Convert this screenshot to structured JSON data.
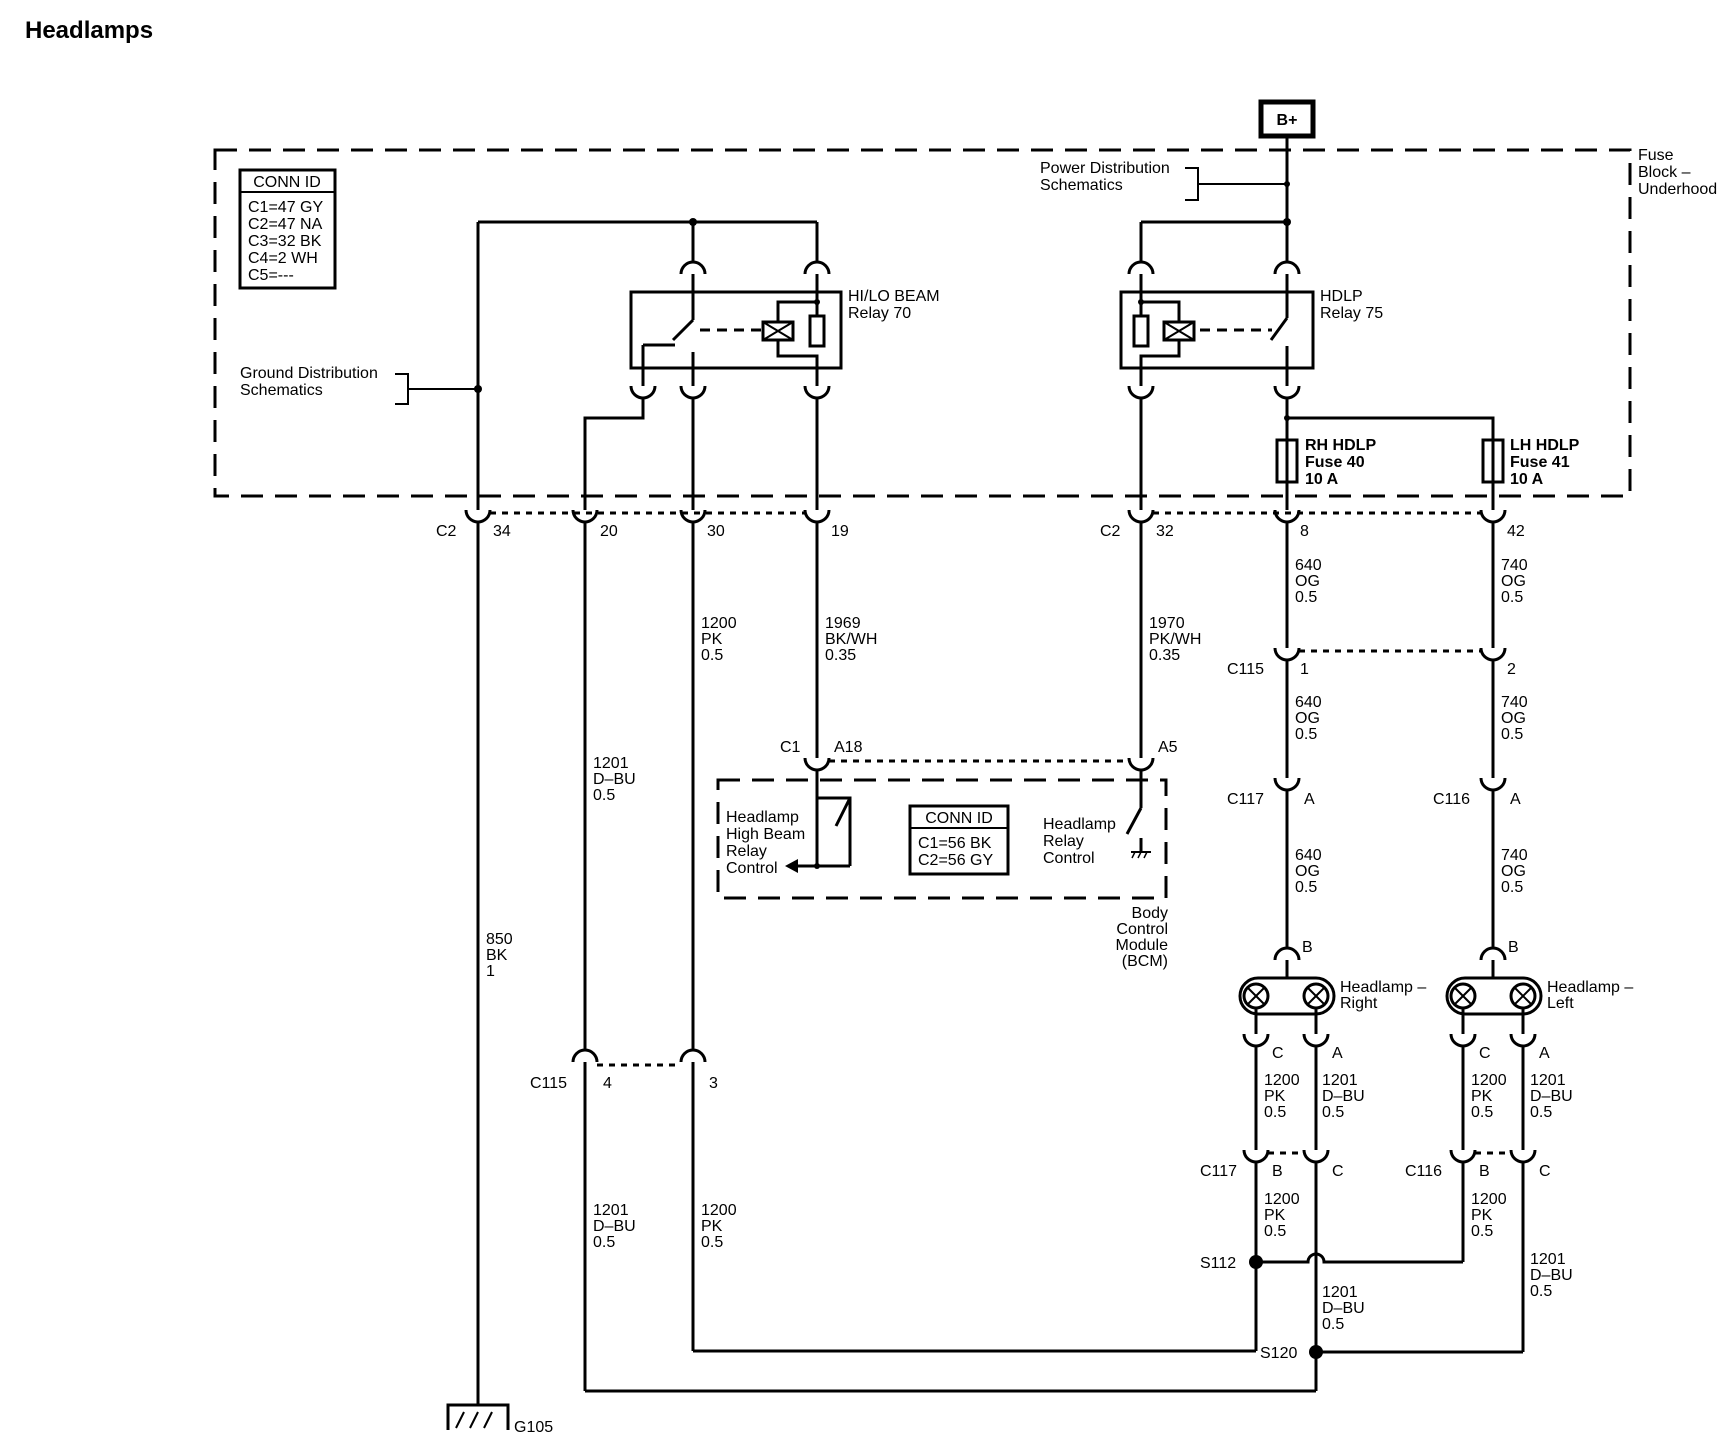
{
  "title": "Headlamps",
  "battery": "B+",
  "fuse_block": {
    "line1": "Fuse",
    "line2": "Block –",
    "line3": "Underhood"
  },
  "power_ref": {
    "line1": "Power Distribution",
    "line2": "Schematics"
  },
  "ground_ref": {
    "line1": "Ground Distribution",
    "line2": "Schematics"
  },
  "conn_id_fuse": {
    "header": "CONN ID",
    "rows": [
      "C1=47 GY",
      "C2=47 NA",
      "C3=32 BK",
      "C4=2 WH",
      "C5=---"
    ]
  },
  "relay70": {
    "line1": "HI/LO BEAM",
    "line2": "Relay 70"
  },
  "relay75": {
    "line1": "HDLP",
    "line2": "Relay 75"
  },
  "fuse40": {
    "line1": "RH HDLP",
    "line2": "Fuse 40",
    "line3": "10 A"
  },
  "fuse41": {
    "line1": "LH HDLP",
    "line2": "Fuse 41",
    "line3": "10 A"
  },
  "c2": {
    "name": "C2",
    "pins": [
      "34",
      "20",
      "30",
      "19"
    ],
    "name2": "C2",
    "pins2": [
      "32",
      "8",
      "42"
    ]
  },
  "wires": {
    "w1200": [
      "1200",
      "PK",
      "0.5"
    ],
    "w1969": [
      "1969",
      "BK/WH",
      "0.35"
    ],
    "w1970": [
      "1970",
      "PK/WH",
      "0.35"
    ],
    "w640": [
      "640",
      "OG",
      "0.5"
    ],
    "w740": [
      "740",
      "OG",
      "0.5"
    ],
    "w1201": [
      "1201",
      "D–BU",
      "0.5"
    ],
    "w850": [
      "850",
      "BK",
      "1"
    ]
  },
  "c115_top": {
    "name": "C115",
    "pin1": "1",
    "pin2": "2"
  },
  "c115_bottom": {
    "name": "C115",
    "pin1": "4",
    "pin2": "3"
  },
  "bcm_conn": {
    "c1": "C1",
    "a18": "A18",
    "a5": "A5"
  },
  "bcm": {
    "hb_ctrl": [
      "Headlamp",
      "High Beam",
      "Relay",
      "Control"
    ],
    "relay_ctrl": [
      "Headlamp",
      "Relay",
      "Control"
    ],
    "conn_id": {
      "header": "CONN ID",
      "rows": [
        "C1=56 BK",
        "C2=56 GY"
      ]
    },
    "name": [
      "Body",
      "Control",
      "Module",
      "(BCM)"
    ]
  },
  "c117": {
    "name": "C117",
    "pin": "A"
  },
  "c116": {
    "name": "C116",
    "pin": "A"
  },
  "hl_right": {
    "line1": "Headlamp –",
    "line2": "Right",
    "pinB": "B",
    "pinC": "C",
    "pinA": "A"
  },
  "hl_left": {
    "line1": "Headlamp –",
    "line2": "Left",
    "pinB": "B",
    "pinC": "C",
    "pinA": "A"
  },
  "c117_low": {
    "name": "C117",
    "pinB": "B",
    "pinC": "C"
  },
  "c116_low": {
    "name": "C116",
    "pinB": "B",
    "pinC": "C"
  },
  "splices": {
    "s112": "S112",
    "s120": "S120"
  },
  "ground": "G105"
}
